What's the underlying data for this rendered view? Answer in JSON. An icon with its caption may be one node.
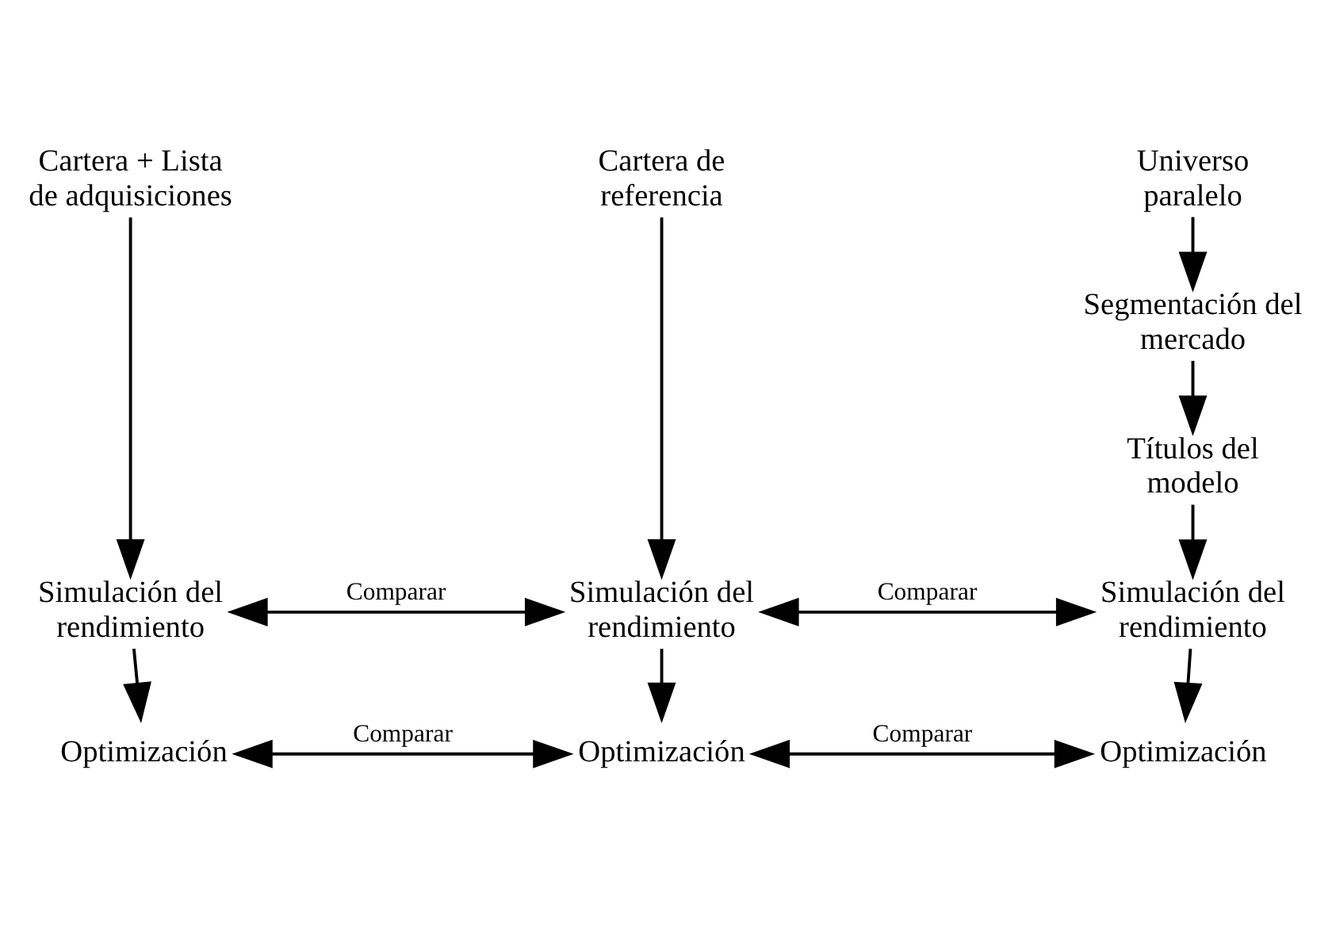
{
  "diagram": {
    "nodes": [
      {
        "text": [
          "Cartera + Lista de adquisiciones"
        ]
      },
      {
        "text": [
          "Cartera de referencia"
        ]
      },
      {
        "text": [
          "Universo paralelo"
        ]
      },
      {
        "text": [
          "Segmentación del mercado"
        ]
      },
      {
        "text": [
          "Títulos del modelo"
        ]
      },
      {
        "text": [
          "Simulación del rendimiento"
        ]
      },
      {
        "text": [
          "Simulación del rendimiento"
        ]
      },
      {
        "text": [
          "Simulación del rendimiento"
        ]
      },
      {
        "text": [
          "Optimización"
        ]
      },
      {
        "text": [
          "Optimización"
        ]
      },
      {
        "text": [
          "Optimización"
        ]
      }
    ],
    "edges": [
      {
        "from": 0,
        "to": 5,
        "arrow": "to"
      },
      {
        "from": 1,
        "to": 6,
        "arrow": "to"
      },
      {
        "from": 2,
        "to": 3,
        "arrow": "to"
      },
      {
        "from": 3,
        "to": 4,
        "arrow": "to"
      },
      {
        "from": 4,
        "to": 7,
        "arrow": "to"
      },
      {
        "from": 5,
        "to": 6,
        "arrow": "both",
        "label": "Comparar"
      },
      {
        "from": 6,
        "to": 7,
        "arrow": "both",
        "label": "Comparar"
      },
      {
        "from": 5,
        "to": 8,
        "arrow": "to"
      },
      {
        "from": 6,
        "to": 9,
        "arrow": "to"
      },
      {
        "from": 7,
        "to": 10,
        "arrow": "to"
      },
      {
        "from": 8,
        "to": 9,
        "arrow": "both",
        "label": "Comparar"
      },
      {
        "from": 9,
        "to": 10,
        "arrow": "both",
        "label": "Comparar"
      }
    ]
  }
}
